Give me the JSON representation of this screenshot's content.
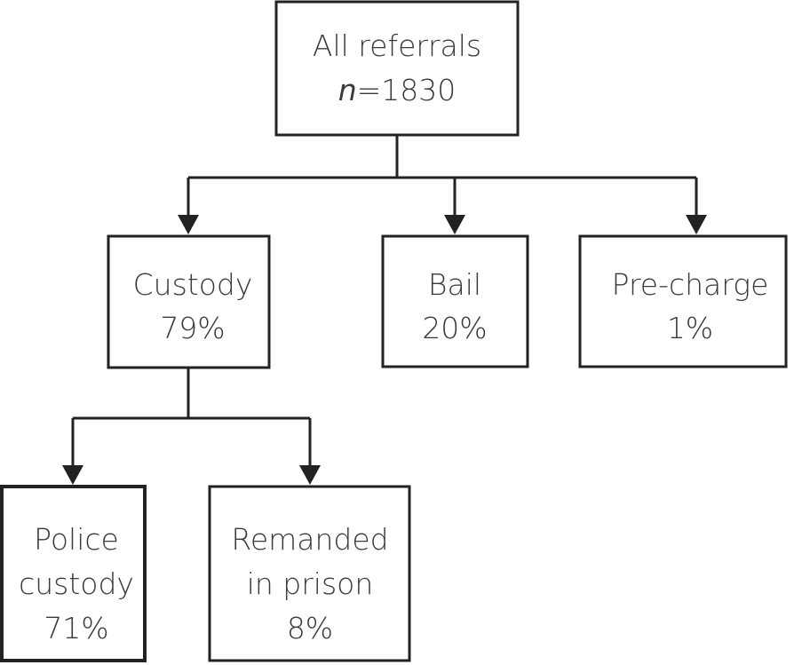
{
  "nodes": {
    "root": {
      "line1": "All referrals",
      "n_label": "n",
      "n_value": "=1830"
    },
    "custody": {
      "label": "Custody",
      "percent": "79%"
    },
    "bail": {
      "label": "Bail",
      "percent": "20%"
    },
    "precharge": {
      "label": "Pre-charge",
      "percent": "1%"
    },
    "police_custody": {
      "line1": "Police",
      "line2": "custody",
      "percent": "71%"
    },
    "remanded": {
      "line1": "Remanded",
      "line2": "in prison",
      "percent": "8%"
    }
  }
}
